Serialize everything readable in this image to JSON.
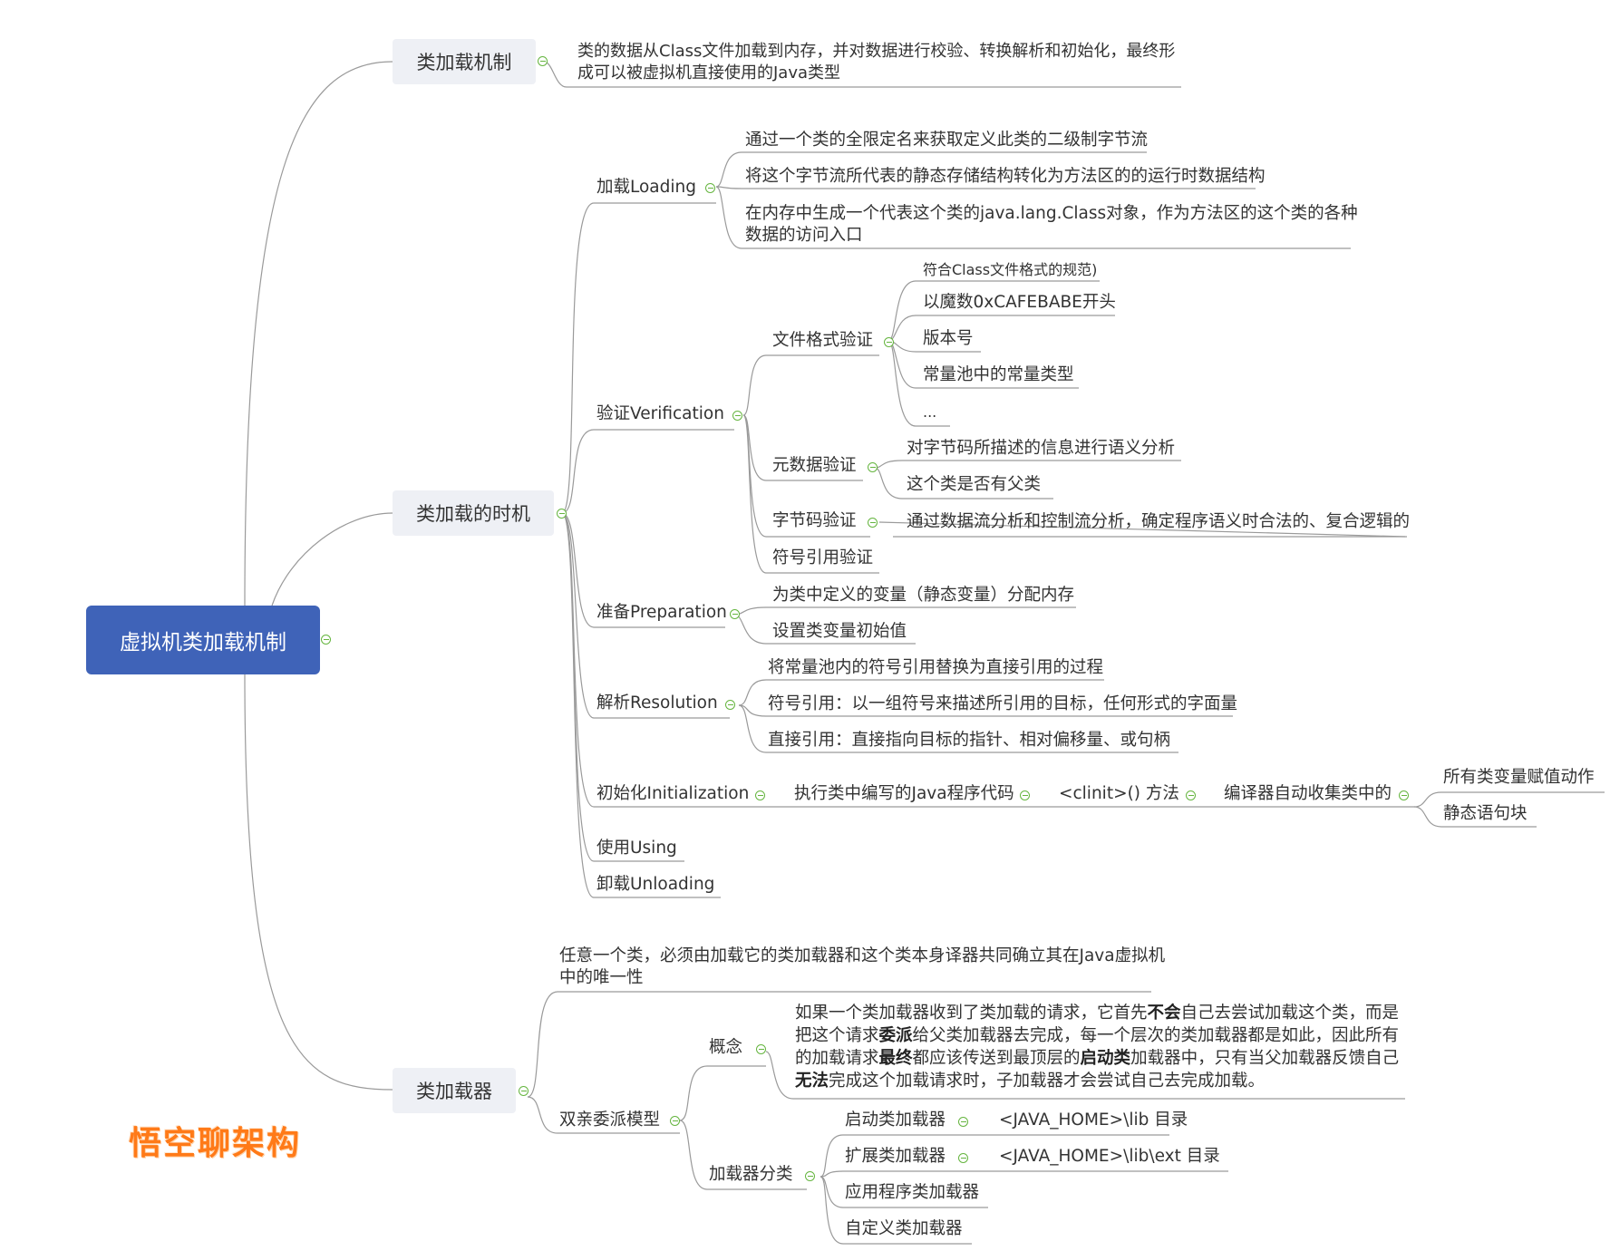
{
  "root": "虚拟机类加载机制",
  "sections": {
    "mechanism": {
      "label": "类加载机制",
      "desc_line1": "类的数据从Class文件加载到内存，并对数据进行校验、转换解析和初始化，最终形",
      "desc_line2": "成可以被虚拟机直接使用的Java类型"
    },
    "timing": {
      "label": "类加载的时机",
      "loading": {
        "label": "加载Loading",
        "items": [
          "通过一个类的全限定名来获取定义此类的二级制字节流",
          "将这个字节流所代表的静态存储结构转化为方法区的的运行时数据结构",
          "在内存中生成一个代表这个类的java.lang.Class对象，作为方法区的这个类的各种",
          "数据的访问入口"
        ]
      },
      "verification": {
        "label": "验证Verification",
        "file_format": {
          "label": "文件格式验证",
          "items": [
            "符合Class文件格式的规范)",
            "以魔数0xCAFEBABE开头",
            "版本号",
            "常量池中的常量类型",
            "..."
          ]
        },
        "metadata": {
          "label": "元数据验证",
          "items": [
            "对字节码所描述的信息进行语义分析",
            "这个类是否有父类"
          ]
        },
        "bytecode": {
          "label": "字节码验证",
          "item": "通过数据流分析和控制流分析，确定程序语义时合法的、复合逻辑的"
        },
        "symbol_ref": "符号引用验证"
      },
      "preparation": {
        "label": "准备Preparation",
        "items": [
          "为类中定义的变量（静态变量）分配内存",
          "设置类变量初始值"
        ]
      },
      "resolution": {
        "label": "解析Resolution",
        "items": [
          "将常量池内的符号引用替换为直接引用的过程",
          "符号引用：以一组符号来描述所引用的目标，任何形式的字面量",
          "直接引用：直接指向目标的指针、相对偏移量、或句柄"
        ]
      },
      "initialization": {
        "label": "初始化Initialization",
        "step1": "执行类中编写的Java程序代码",
        "step2": "<clinit>() 方法",
        "step3": "编译器自动收集类中的",
        "leaves": [
          "所有类变量赋值动作",
          "静态语句块"
        ]
      },
      "using": "使用Using",
      "unloading": "卸载Unloading"
    },
    "loader": {
      "label": "类加载器",
      "desc_line1": "任意一个类，必须由加载它的类加载器和这个类本身译器共同确立其在Java虚拟机",
      "desc_line2": "中的唯一性",
      "parent_delegation": {
        "label": "双亲委派模型",
        "concept": {
          "label": "概念",
          "l1_a": "如果一个类加载器收到了类加载的请求，它首先",
          "l1_b": "不会",
          "l1_c": "自己去尝试加载这个类，而是",
          "l2_a": "把这个请求",
          "l2_b": "委派",
          "l2_c": "给父类加载器去完成，每一个层次的类加载器都是如此，因此所有",
          "l3_a": "的加载请求",
          "l3_b": "最终",
          "l3_c": "都应该传送到最顶层的",
          "l3_d": "启动类",
          "l3_e": "加载器中，只有当父加载器反馈自己",
          "l4_a": "无法",
          "l4_b": "完成这个加载请求时，子加载器才会尝试自己去完成加载。"
        },
        "classification": {
          "label": "加载器分类",
          "bootstrap": "启动类加载器",
          "bootstrap_dir": "<JAVA_HOME>\\lib 目录",
          "extension": "扩展类加载器",
          "extension_dir": "<JAVA_HOME>\\lib\\ext 目录",
          "application": "应用程序类加载器",
          "custom": "自定义类加载器"
        }
      }
    }
  },
  "watermark": "悟空聊架构",
  "colors": {
    "root_bg": "#3f63b8",
    "branch_bg": "#eef0f5",
    "toggle": "#65b53f",
    "line": "#9a9a9a",
    "watermark": "#ff7a18"
  }
}
